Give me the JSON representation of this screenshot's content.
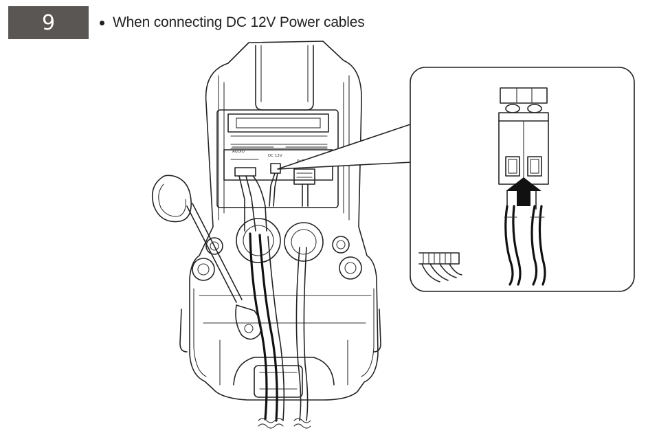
{
  "step": {
    "number": "9"
  },
  "instruction": {
    "text": "When connecting DC 12V Power cables"
  },
  "board_labels": {
    "audio": "AUDIO",
    "dc_12v": "DC 12V",
    "poe": "PoE+"
  },
  "colors": {
    "badge": "#5a5654",
    "line": "#222222",
    "background": "#ffffff"
  },
  "icons": [
    "arrow-up-icon"
  ]
}
